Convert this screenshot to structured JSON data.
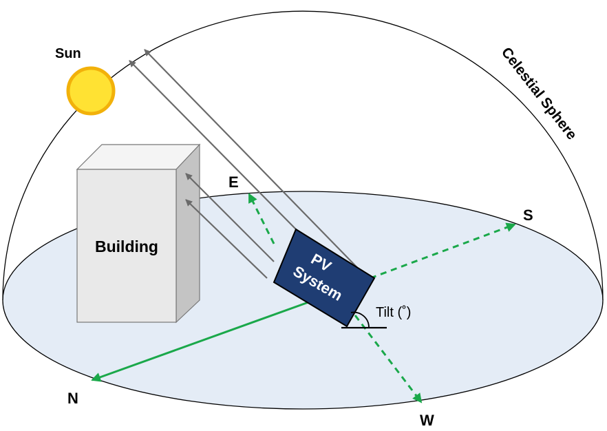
{
  "labels": {
    "sun": "Sun",
    "celestial_sphere": "Celestial Sphere",
    "building": "Building",
    "pv_line1": "PV",
    "pv_line2": "System",
    "tilt": "Tilt (˚)",
    "north": "N",
    "south": "S",
    "east": "E",
    "west": "W"
  },
  "colors": {
    "ground": "#e4ecf6",
    "pv_panel": "#1f3d73",
    "arrow_green": "#1aa84a",
    "ray_gray": "#6a6a6a",
    "sun_fill": "#ffe233",
    "sun_stroke": "#f2b10a",
    "building_front": "#e9e9e9",
    "building_side": "#c4c4c4",
    "building_top": "#f4f4f4"
  }
}
